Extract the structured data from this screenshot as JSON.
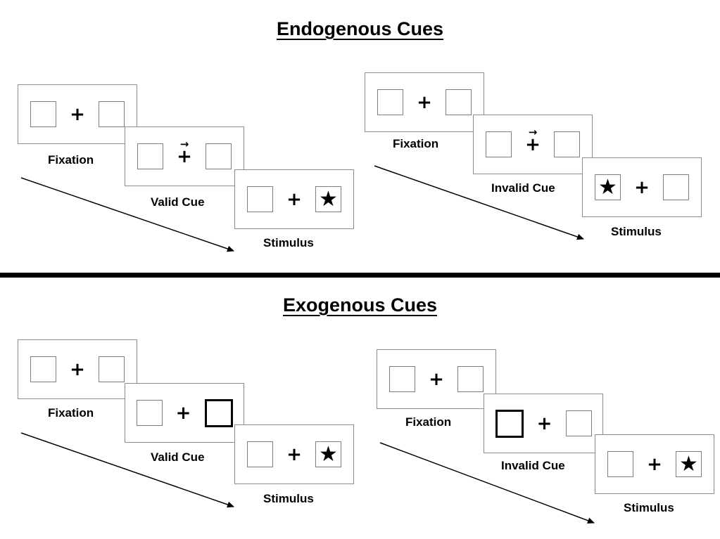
{
  "glyphs": {
    "plus": "+",
    "star": "★",
    "cue_arrow": "→"
  },
  "sections": [
    {
      "title": "Endogenous Cues",
      "sequences": [
        {
          "name": "valid-trial",
          "panels": [
            {
              "label": "Fixation",
              "type": "fixation"
            },
            {
              "label": "Valid Cue",
              "type": "cue",
              "cue": "central-arrow-right"
            },
            {
              "label": "Stimulus",
              "type": "stimulus",
              "star_position": "right"
            }
          ]
        },
        {
          "name": "invalid-trial",
          "panels": [
            {
              "label": "Fixation",
              "type": "fixation"
            },
            {
              "label": "Invalid Cue",
              "type": "cue",
              "cue": "central-arrow-right"
            },
            {
              "label": "Stimulus",
              "type": "stimulus",
              "star_position": "left"
            }
          ]
        }
      ]
    },
    {
      "title": "Exogenous Cues",
      "sequences": [
        {
          "name": "valid-trial",
          "panels": [
            {
              "label": "Fixation",
              "type": "fixation"
            },
            {
              "label": "Valid Cue",
              "type": "cue",
              "cue": "peripheral-box-right"
            },
            {
              "label": "Stimulus",
              "type": "stimulus",
              "star_position": "right"
            }
          ]
        },
        {
          "name": "invalid-trial",
          "panels": [
            {
              "label": "Fixation",
              "type": "fixation"
            },
            {
              "label": "Invalid Cue",
              "type": "cue",
              "cue": "peripheral-box-left"
            },
            {
              "label": "Stimulus",
              "type": "stimulus",
              "star_position": "right"
            }
          ]
        }
      ]
    }
  ]
}
